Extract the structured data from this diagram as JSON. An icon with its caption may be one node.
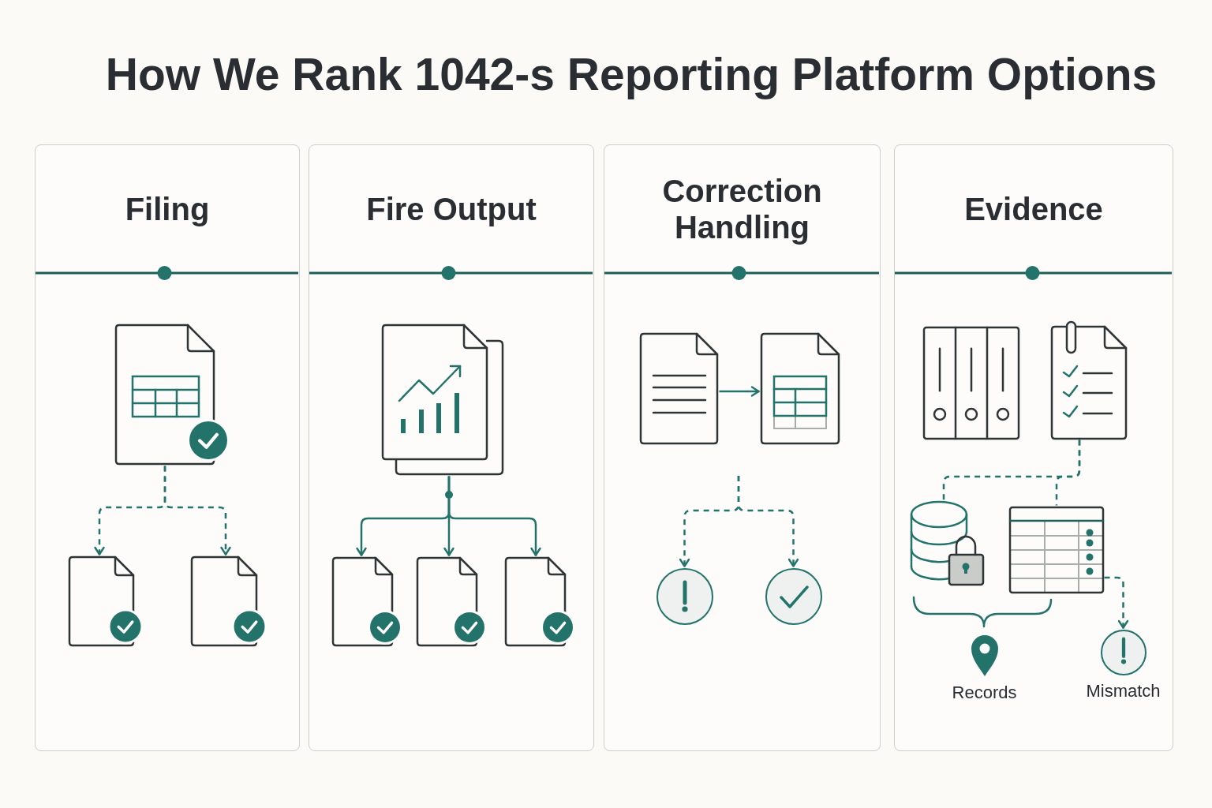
{
  "diagram": {
    "title": "How We Rank 1042-s Reporting Platform Options",
    "nodes": [
      {
        "text": [
          "Filing"
        ]
      },
      {
        "text": [],
        "shape": "document",
        "in": 0
      },
      {
        "text": [],
        "shape": "document",
        "in": 0
      },
      {
        "text": [],
        "shape": "document",
        "in": 0
      },
      {
        "text": [
          "Fire Output"
        ]
      },
      {
        "text": [],
        "shape": "document",
        "in": 4
      },
      {
        "text": [],
        "shape": "document",
        "in": 4
      },
      {
        "text": [],
        "shape": "document",
        "in": 4
      },
      {
        "text": [],
        "shape": "document",
        "in": 4
      },
      {
        "text": [
          "Correction Handling"
        ]
      },
      {
        "text": [],
        "shape": "document",
        "in": 9
      },
      {
        "text": [],
        "shape": "document",
        "in": 9
      },
      {
        "text": [],
        "shape": "circle",
        "in": 9
      },
      {
        "text": [],
        "shape": "circle",
        "in": 9
      },
      {
        "text": [
          "Evidence"
        ]
      },
      {
        "text": [],
        "shape": "binder",
        "in": 14
      },
      {
        "text": [],
        "shape": "document",
        "in": 14
      },
      {
        "text": [],
        "shape": "cylinder",
        "in": 14
      },
      {
        "text": [],
        "shape": "table",
        "in": 14
      },
      {
        "text": [
          "Records"
        ],
        "in": 14
      },
      {
        "text": [
          "Mismatch"
        ],
        "in": 14
      }
    ],
    "edges": [
      {
        "from": 1,
        "to": 2,
        "arrow": "to",
        "style": "dashed"
      },
      {
        "from": 1,
        "to": 3,
        "arrow": "to",
        "style": "dashed"
      },
      {
        "from": 5,
        "to": 6,
        "arrow": "to"
      },
      {
        "from": 5,
        "to": 7,
        "arrow": "to"
      },
      {
        "from": 5,
        "to": 8,
        "arrow": "to"
      },
      {
        "from": 10,
        "to": 11,
        "arrow": "to"
      },
      {
        "from": null,
        "to": 12,
        "arrow": "to",
        "style": "dashed"
      },
      {
        "from": null,
        "to": 13,
        "arrow": "to",
        "style": "dashed"
      },
      {
        "from": 16,
        "to": 17,
        "arrow": "none",
        "style": "dashed"
      },
      {
        "from": 16,
        "to": 18,
        "arrow": "none",
        "style": "dashed"
      },
      {
        "from": 18,
        "to": 20,
        "arrow": "to",
        "style": "dashed"
      }
    ]
  }
}
